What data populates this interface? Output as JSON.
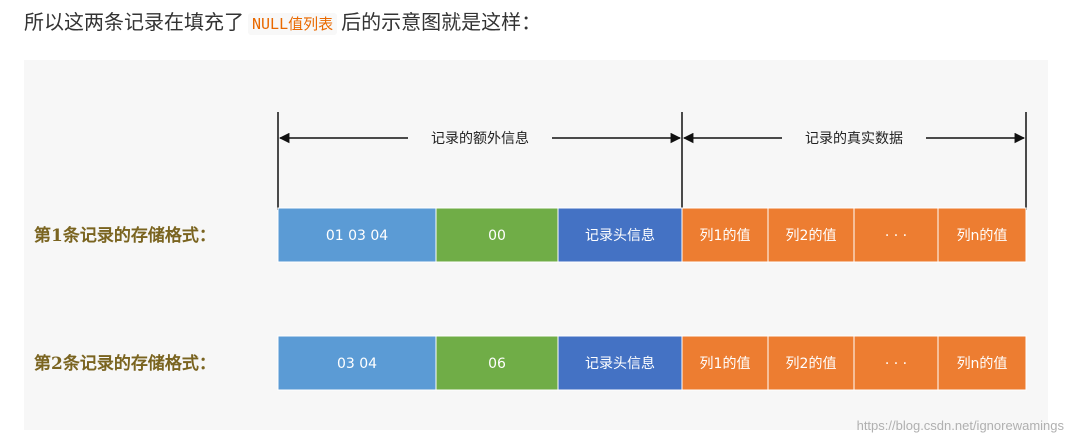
{
  "heading": {
    "prefix": "所以这两条记录在填充了",
    "code": "NULL值列表",
    "suffix": "后的示意图就是这样："
  },
  "diagram": {
    "braces": [
      {
        "label": "记录的额外信息"
      },
      {
        "label": "记录的真实数据"
      }
    ],
    "rows": [
      {
        "label": "第1条记录的存储格式：",
        "segments": [
          {
            "text": "01 03 04",
            "color": "#5b9bd5"
          },
          {
            "text": "00",
            "color": "#70ad47"
          },
          {
            "text": "记录头信息",
            "color": "#4472c4"
          },
          {
            "text": "列1的值",
            "color": "#ed7d31"
          },
          {
            "text": "列2的值",
            "color": "#ed7d31"
          },
          {
            "text": "· · ·",
            "color": "#ed7d31"
          },
          {
            "text": "列n的值",
            "color": "#ed7d31"
          }
        ]
      },
      {
        "label": "第2条记录的存储格式：",
        "segments": [
          {
            "text": "03 04",
            "color": "#5b9bd5"
          },
          {
            "text": "06",
            "color": "#70ad47"
          },
          {
            "text": "记录头信息",
            "color": "#4472c4"
          },
          {
            "text": "列1的值",
            "color": "#ed7d31"
          },
          {
            "text": "列2的值",
            "color": "#ed7d31"
          },
          {
            "text": "· · ·",
            "color": "#ed7d31"
          },
          {
            "text": "列n的值",
            "color": "#ed7d31"
          }
        ]
      }
    ]
  },
  "watermark": "https://blog.csdn.net/ignorewamings"
}
